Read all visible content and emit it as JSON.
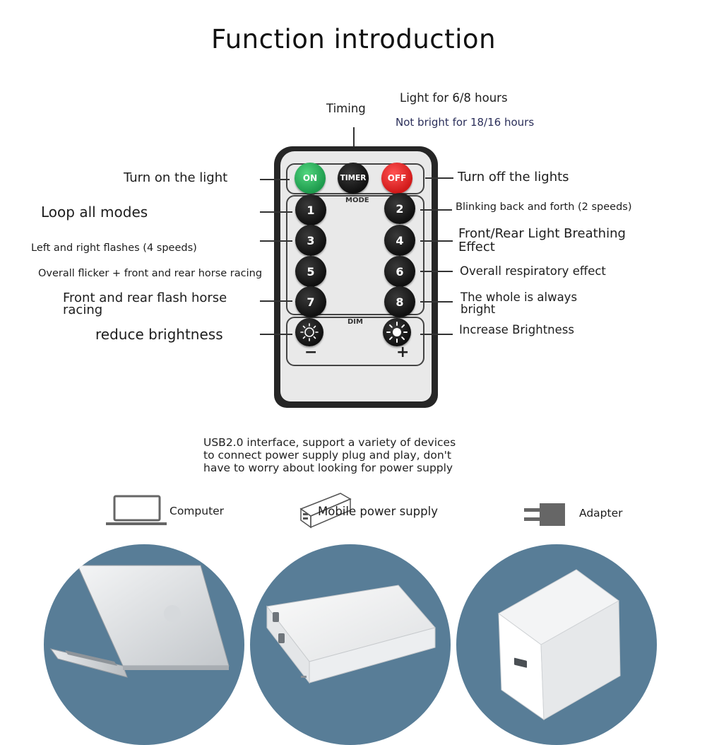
{
  "title": "Function introduction",
  "timing": {
    "label": "Timing",
    "on_time": "Light for 6/8 hours",
    "off_time": "Not bright for 18/16 hours"
  },
  "remote": {
    "on": "ON",
    "timer": "TIMER",
    "off": "OFF",
    "mode": "MODE",
    "dim": "DIM",
    "minus": "−",
    "plus": "+",
    "buttons": [
      "1",
      "2",
      "3",
      "4",
      "5",
      "6",
      "7",
      "8"
    ]
  },
  "labels": {
    "turn_on": "Turn on the light",
    "turn_off": "Turn off the lights",
    "b1": "Loop all modes",
    "b2": "Blinking back and forth (2 speeds)",
    "b3": "Left and right flashes (4 speeds)",
    "b4_line1": "Front/Rear Light Breathing",
    "b4_line2": "Effect",
    "b5": "Overall flicker + front and rear horse racing",
    "b6": "Overall respiratory effect",
    "b7_line1": "Front and rear flash horse",
    "b7_line2": "racing",
    "b8_line1": "The whole is always",
    "b8_line2": "bright",
    "dim_down": "reduce brightness",
    "dim_up": "Increase Brightness"
  },
  "usb": {
    "line1": "USB2.0 interface, support a variety of devices",
    "line2": "to connect power supply plug and play, don't",
    "line3": "have to worry about looking for power supply"
  },
  "devices": [
    {
      "label": "Computer",
      "icon": "laptop-icon"
    },
    {
      "label": "Mobile power supply",
      "icon": "power-bank-icon"
    },
    {
      "label": "Adapter",
      "icon": "plug-adapter-icon"
    }
  ],
  "colors": {
    "circle_bg": "#587d97",
    "on_green": "#1d9a4c",
    "off_red": "#d11a1a",
    "remote_body": "#262626"
  }
}
